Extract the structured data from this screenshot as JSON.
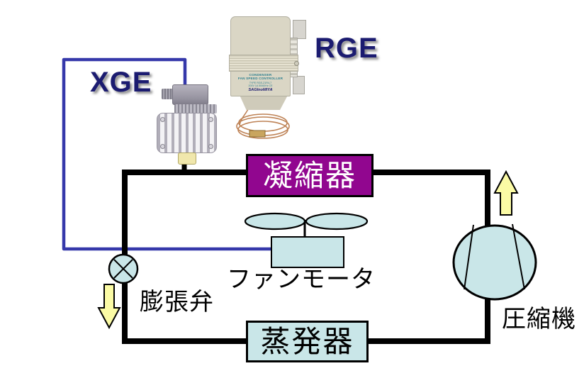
{
  "labels": {
    "xge": "XGE",
    "rge": "RGE",
    "condenser": "凝縮器",
    "fan_motor": "ファンモータ",
    "expansion_valve": "膨張弁",
    "evaporator": "蒸発器",
    "compressor": "圧縮機"
  },
  "rge_device_label": {
    "line1": "CONDENSER",
    "line2": "FAN SPEED CONTROLLER",
    "line3": "TYPE RGE-Z1R4-7",
    "line4": "200V 1A 50/60Hz CE",
    "logo": "SAGInoMIYA"
  },
  "colors": {
    "background": "#FFFFFF",
    "refrigerant_pipe": "#000000",
    "signal_wire_blue": "#3538AA",
    "condenser_fill": "#91068F",
    "condenser_text": "#FFFFFF",
    "component_fill_light_blue": "#C9E6E8",
    "flow_arrow_yellow": "#FBFBA5",
    "brand_label_navy": "#1B1B70",
    "device_body_beige": "#DAD6C5",
    "capillary_copper": "#BE8255"
  }
}
